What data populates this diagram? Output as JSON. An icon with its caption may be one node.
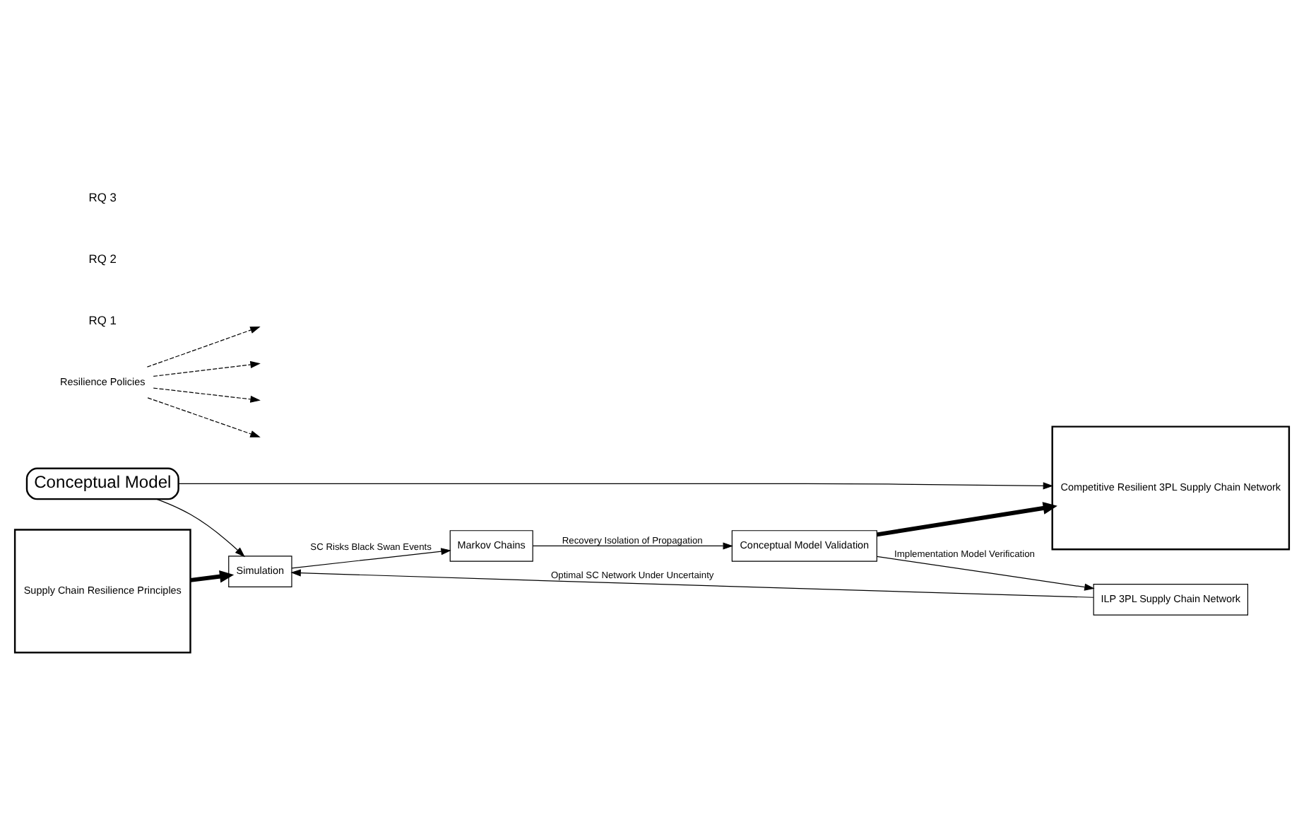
{
  "diagram": {
    "nodes": [
      {
        "text": [
          "Conceptual Model"
        ]
      },
      {
        "text": [
          "Supply Chain Resilience Principles"
        ]
      },
      {
        "text": [
          "Simulation"
        ]
      },
      {
        "text": [
          "Markov Chains"
        ]
      },
      {
        "text": [
          "Conceptual Model Validation"
        ]
      },
      {
        "text": [
          "ILP 3PL Supply Chain Network"
        ]
      },
      {
        "text": [
          "Resilience Policies"
        ]
      },
      {
        "text": [
          "Competitive Resilient 3PL Supply Chain Network"
        ]
      }
    ],
    "edges": [
      {
        "from": 1,
        "to": 2,
        "arrow": "to",
        "style": "thick"
      },
      {
        "from": 0,
        "to": 2,
        "arrow": "to"
      },
      {
        "from": 2,
        "to": 3,
        "arrow": "to",
        "label": "SC Risks Black Swan Events"
      },
      {
        "from": 3,
        "to": 4,
        "arrow": "to",
        "label": "Recovery Isolation of Propagation"
      },
      {
        "from": 4,
        "to": 5,
        "arrow": "to",
        "label": "Implementation Model Verification"
      },
      {
        "from": 5,
        "to": 2,
        "arrow": "to",
        "label": "Optimal SC Network Under Uncertainty"
      },
      {
        "from": 6,
        "to": null,
        "arrow": "to",
        "style": "dashed"
      },
      {
        "from": 6,
        "to": null,
        "arrow": "to",
        "style": "dashed"
      },
      {
        "from": 6,
        "to": null,
        "arrow": "to",
        "style": "dashed"
      },
      {
        "from": 6,
        "to": null,
        "arrow": "to",
        "style": "dashed"
      },
      {
        "from": 4,
        "to": 7,
        "arrow": "to",
        "style": "thick"
      },
      {
        "from": 0,
        "to": 7,
        "arrow": "to"
      }
    ],
    "labels": [
      "RQ 1",
      "RQ 2",
      "RQ 3"
    ]
  }
}
